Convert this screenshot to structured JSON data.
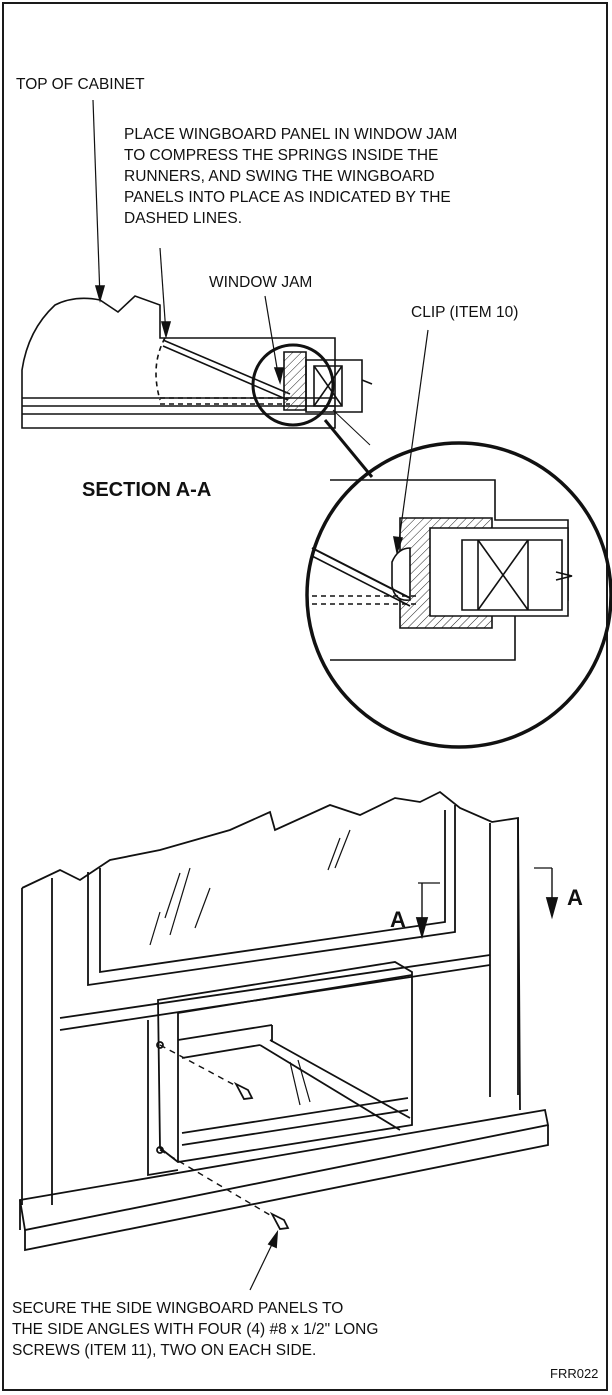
{
  "labels": {
    "top_of_cabinet": "TOP OF CABINET",
    "instruction_top": "PLACE WINGBOARD PANEL IN WINDOW JAM\nTO COMPRESS THE SPRINGS INSIDE THE\nRUNNERS, AND SWING THE WINGBOARD\nPANELS INTO PLACE AS INDICATED BY THE\nDASHED LINES.",
    "window_jam": "WINDOW JAM",
    "clip": "CLIP (ITEM 10)",
    "section": "SECTION A-A",
    "section_marker_left": "A",
    "section_marker_right": "A",
    "instruction_bottom": "SECURE THE SIDE WINGBOARD PANELS TO\nTHE SIDE ANGLES WITH FOUR (4) #8 x 1/2\" LONG\nSCREWS (ITEM 11), TWO ON EACH SIDE.",
    "figure_code": "FRR022"
  }
}
